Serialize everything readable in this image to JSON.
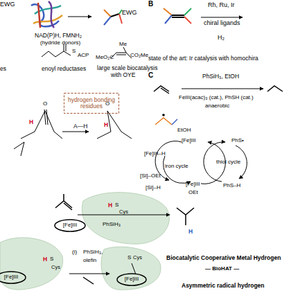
{
  "diagram": {
    "nodes": [
      {
        "text": [
          "hydrogen bonding residues"
        ]
      },
      {
        "text": [
          "[Fe]III"
        ]
      },
      {
        "text": [
          "[Fe]III"
        ]
      },
      {
        "text": [
          "[Fe]III"
        ]
      }
    ],
    "labels": [
      "EWG",
      "NAD(P)H, FMNH₂",
      "(hydride donors)",
      "EWG",
      "B",
      "Rh, Ru, Ir",
      "chiral ligands",
      "H₂",
      "state of the art: Ir catalysis with homochira",
      "es",
      "enoyl reductases",
      "S",
      "ACP",
      "MeO₂C",
      "Me",
      "CO₂Me",
      "large scale biocatalysis",
      "with OYE",
      "C",
      "PhSiH₃, EtOH",
      "FeIII(acac)₃ (cat.), PhSH (cat.)",
      "anaerobic",
      "O",
      "O",
      "A—H",
      "H",
      "H",
      "EtOH",
      "[Fe]III",
      "[Fe]III–H",
      "iron cycle",
      "[Si]–OEt",
      "[Si]–H",
      "[Fe]III",
      "OEt",
      "PhS•",
      "thiol cycle",
      "PhS–H",
      "H",
      "S",
      "Cys",
      "PhSiH₃",
      "H",
      "(i)",
      "PhSiH₃,",
      "olefin",
      "H",
      "S",
      "Cys",
      "S",
      "Cys",
      "Biocatalytic Cooperative Metal Hydrogen",
      "— BioHAT —",
      "Asymmetric radical hydrogen"
    ]
  }
}
